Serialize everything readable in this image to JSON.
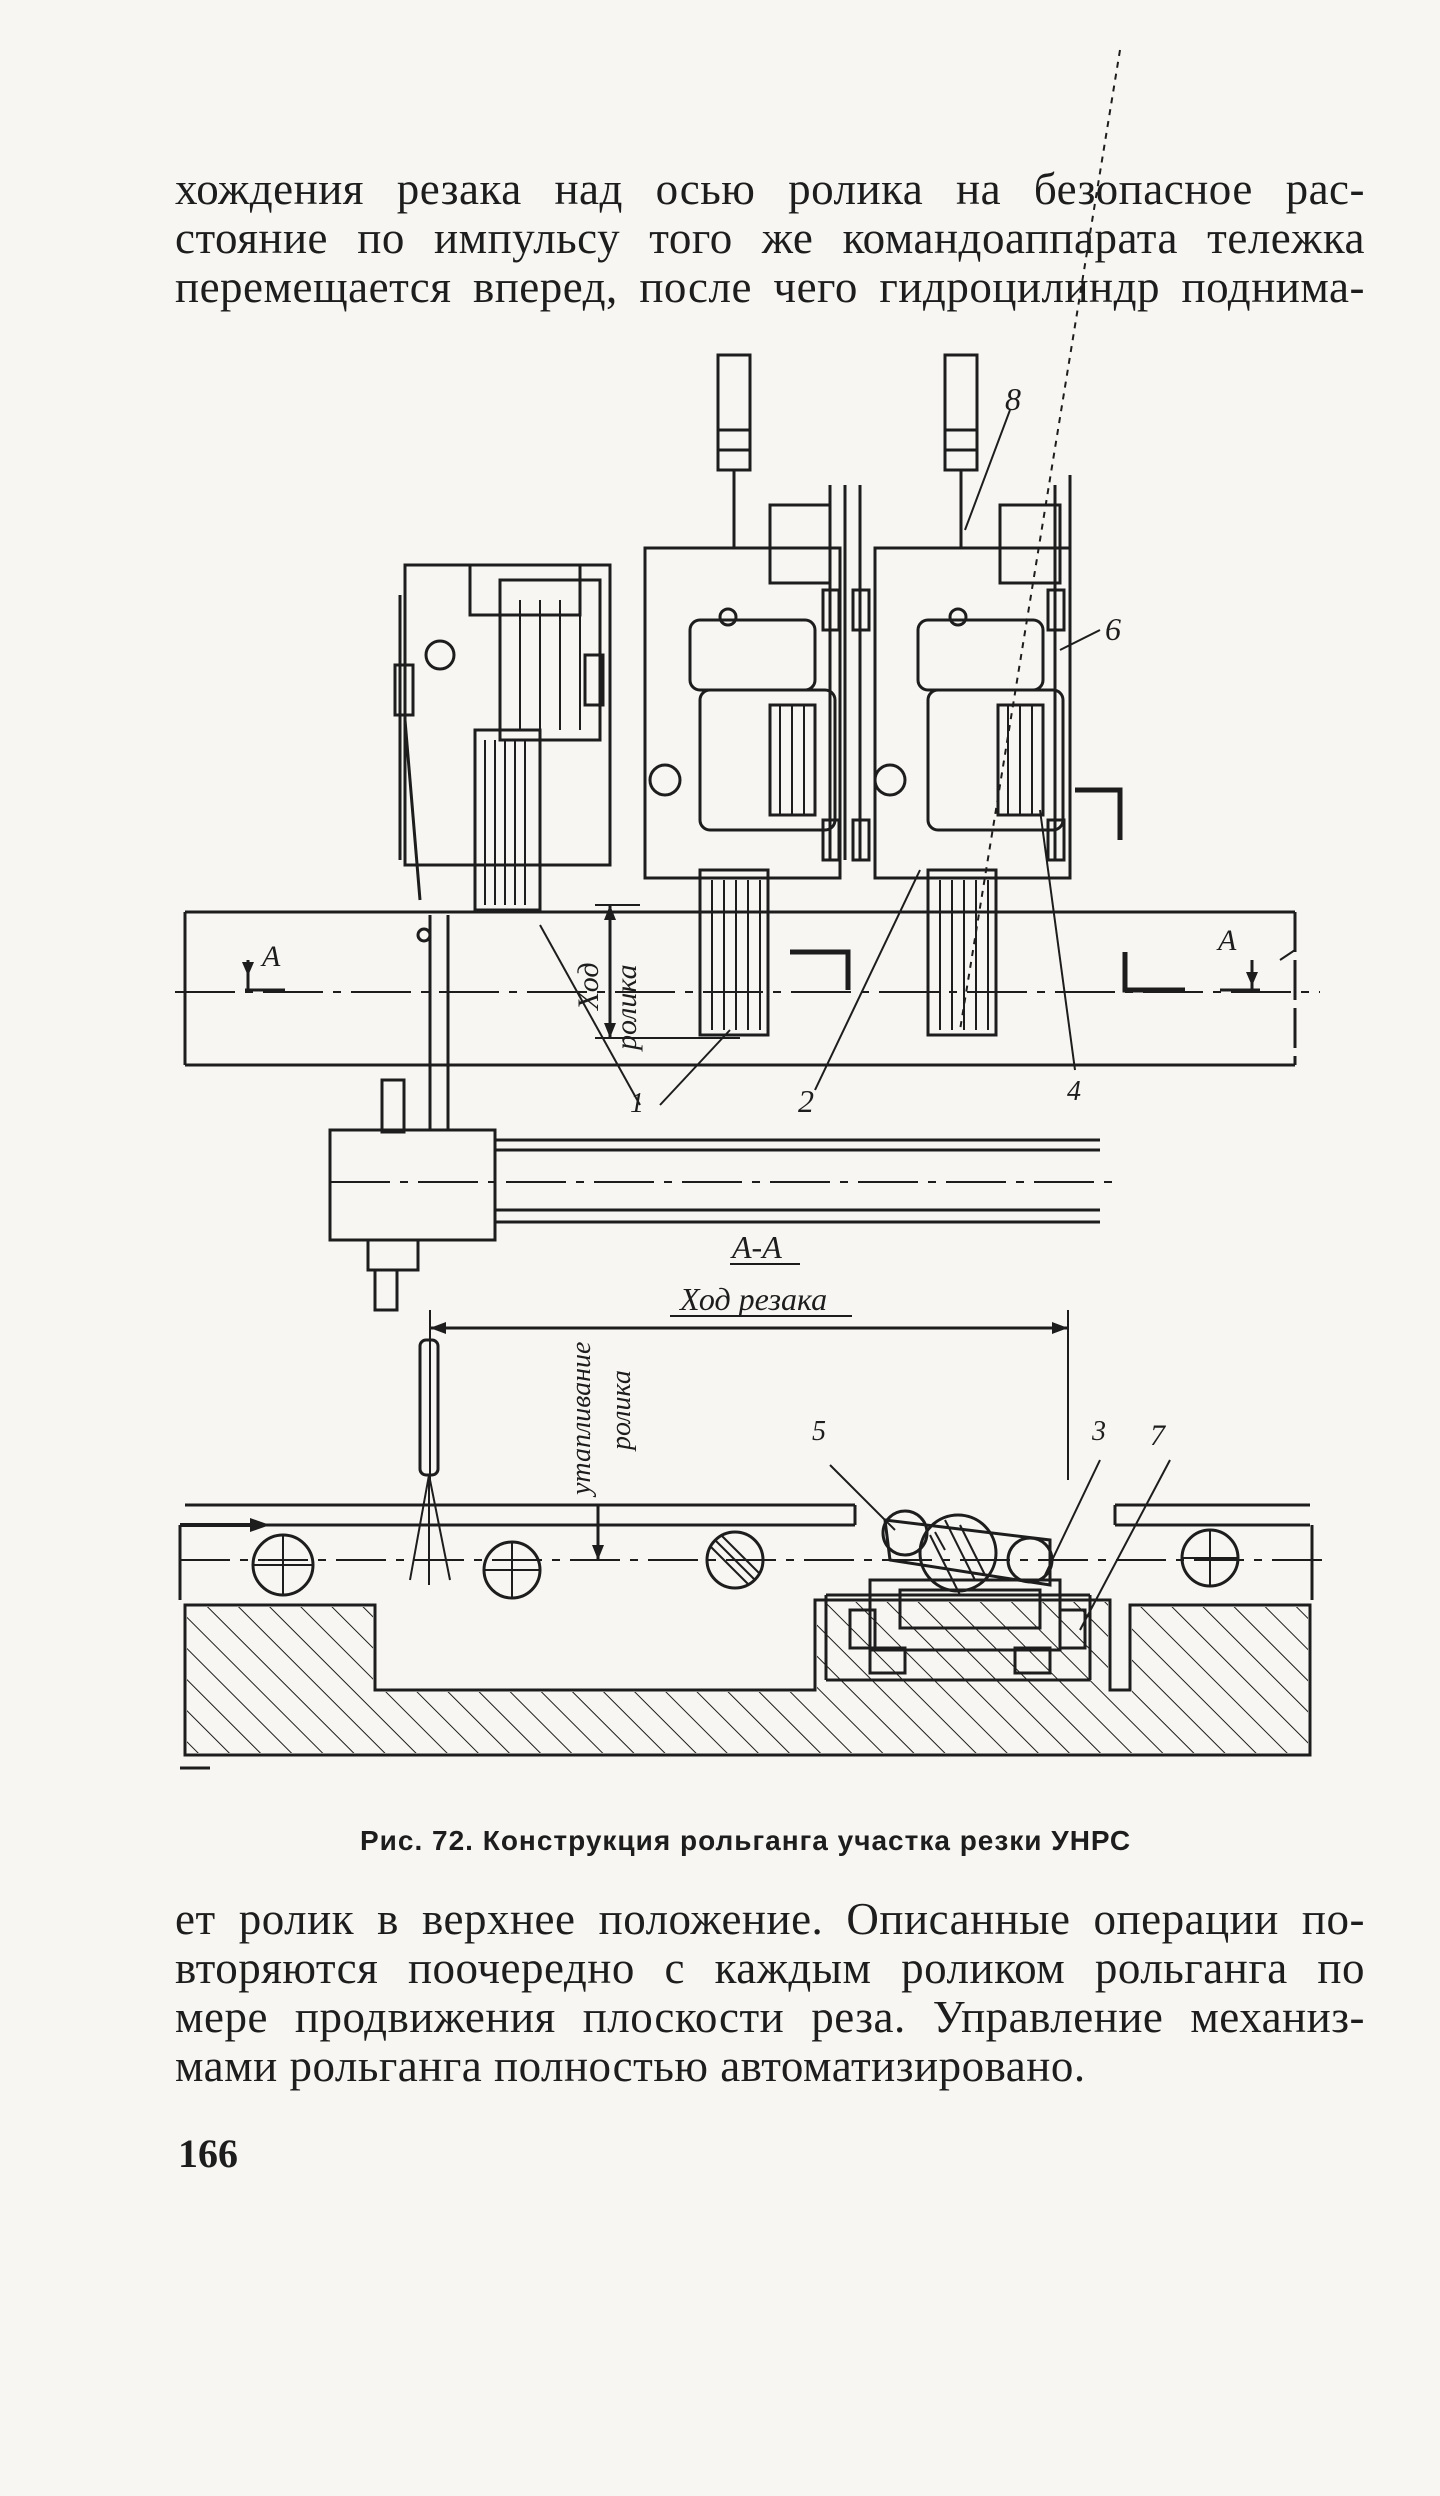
{
  "top_text": [
    "хождения резака над осью ролика на безопасное рас-",
    "стояние по импульсу того же командоаппарата тележка",
    "перемещается вперед, после чего гидроцилиндр поднима-"
  ],
  "figure": {
    "labels": {
      "n1": "1",
      "n2": "2",
      "n3": "3",
      "n4": "4",
      "n5": "5",
      "n6": "6",
      "n7": "7",
      "n8": "8",
      "section_left": "A",
      "section_right": "A",
      "hod_rolika_1": "Ход",
      "hod_rolika_2": "ролика",
      "section_title": "А-А",
      "hod_rezaka": "Ход резака",
      "utaplivanie_1": "утапливание",
      "utaplivanie_2": "ролика"
    },
    "caption": "Рис. 72. Конструкция рольганга участка резки УНРС"
  },
  "bottom_text": [
    "ет ролик в верхнее положение. Описанные операции по-",
    "вторяются поочередно с каждым роликом рольганга по",
    "мере продвижения плоскости реза. Управление механиз-",
    "мами рольганга полностью автоматизировано."
  ],
  "page_number": "166"
}
